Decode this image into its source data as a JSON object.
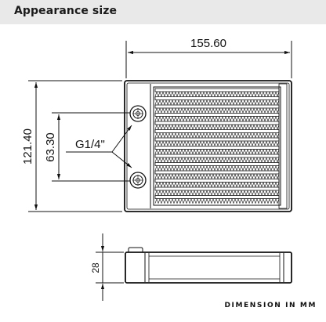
{
  "header": {
    "title": "Appearance size"
  },
  "dimensions": {
    "width": "155.60",
    "height": "121.40",
    "port_spacing": "63.30",
    "thread": "G1/4\"",
    "thickness": "28"
  },
  "footer": {
    "note": "DIMENSION IN MM"
  },
  "colors": {
    "line": "#111111",
    "header_bg": "#e9e9e9"
  }
}
